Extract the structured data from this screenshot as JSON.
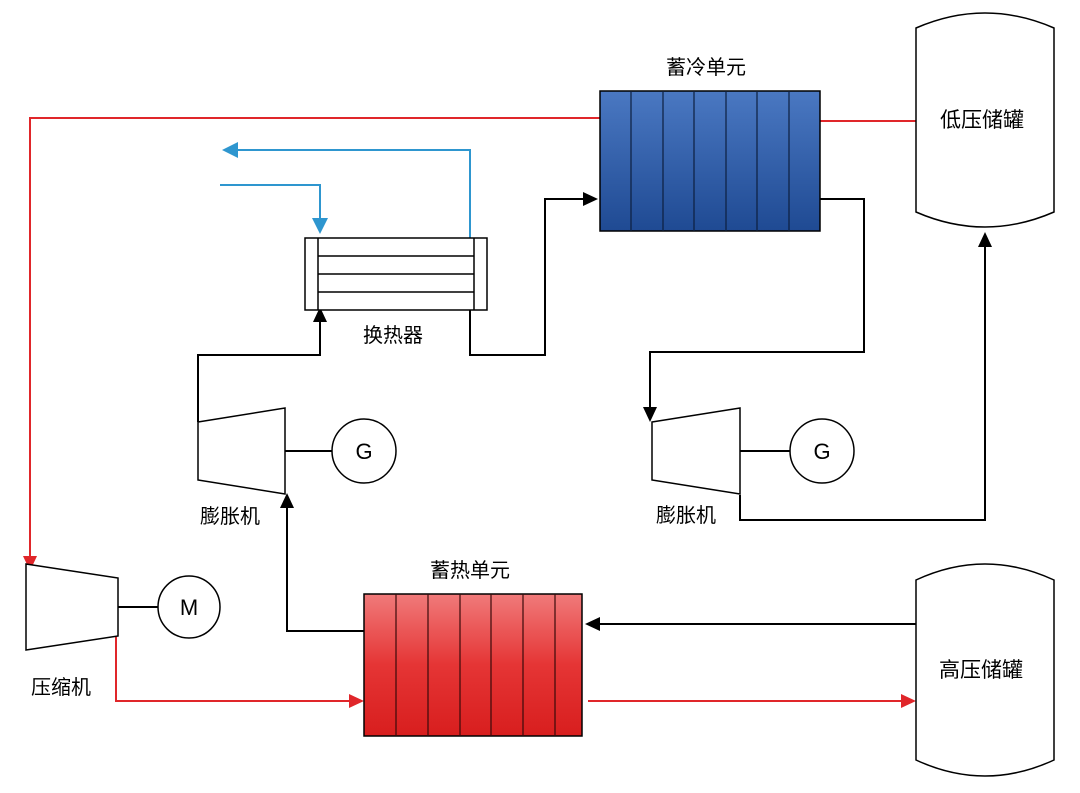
{
  "labels": {
    "cold_storage": "蓄冷单元",
    "heat_storage": "蓄热单元",
    "heat_exchanger": "换热器",
    "expander_left": "膨胀机",
    "expander_right": "膨胀机",
    "compressor": "压缩机",
    "low_pressure_tank": "低压储罐",
    "high_pressure_tank": "高压储罐",
    "generator_left": "G",
    "generator_right": "G",
    "motor": "M"
  },
  "colors": {
    "air_red": "#e0262a",
    "water_blue": "#2e96cf",
    "line_black": "#000000",
    "cold_unit_fill": "#2f5fa8",
    "hot_unit_fill": "#e53535"
  }
}
